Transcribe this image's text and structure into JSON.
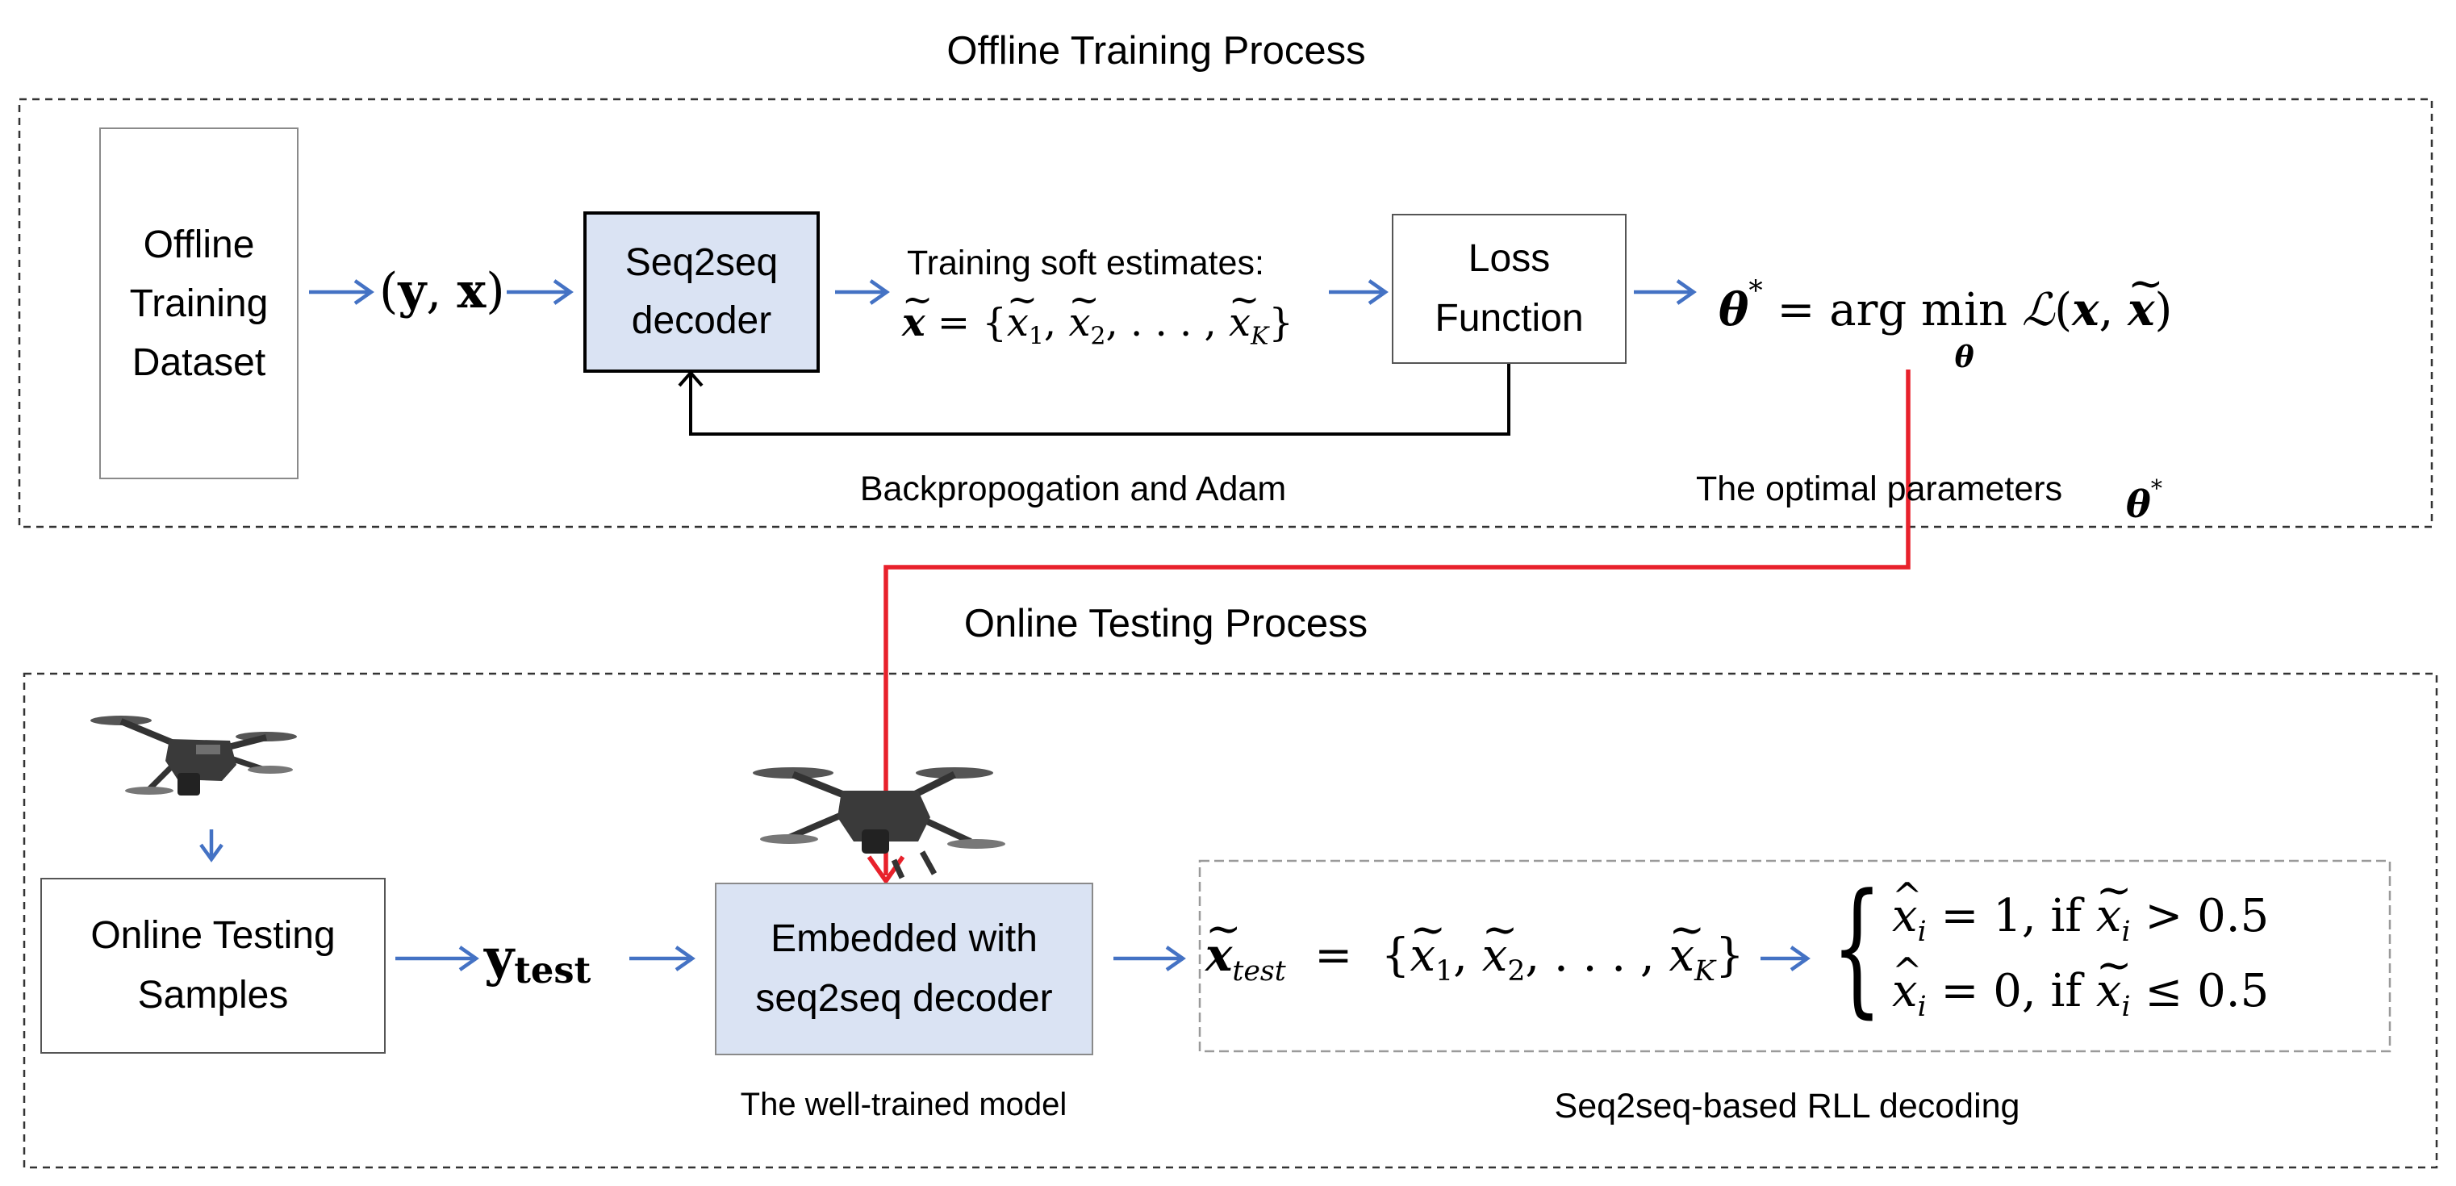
{
  "offline": {
    "title": "Offline Training Process",
    "dataset_lines": [
      "Offline",
      "Training",
      "Dataset"
    ],
    "pair": "(y, x)",
    "decoder_lines": [
      "Seq2seq",
      "decoder"
    ],
    "soft_estimates_label": "Training soft estimates:",
    "soft_estimates_formula": "x̃ = {x̃1, x̃2, . . . , x̃K}",
    "loss_lines": [
      "Loss",
      "Function"
    ],
    "optimum_formula": "θ* = arg min_θ ℒ(x, x̃)",
    "backprop_label": "Backpropogation and Adam",
    "optimal_label": "The optimal parameters",
    "optimal_symbol": "θ*"
  },
  "online": {
    "title": "Online Testing Process",
    "samples_lines": [
      "Online Testing",
      "Samples"
    ],
    "ytest": "ytest",
    "embedded_lines": [
      "Embedded with",
      "seq2seq decoder"
    ],
    "well_trained_label": "The well-trained model",
    "test_formula": "x̃test = {x̃1, x̃2, . . . , x̃K}",
    "case1": "x̂i = 1, if x̃i > 0.5",
    "case2": "x̂i = 0, if x̃i ≤ 0.5",
    "rll_label": "Seq2seq-based RLL decoding"
  },
  "colors": {
    "arrow_blue": "#4472c4",
    "feedback_red": "#e8212b",
    "decoder_fill": "#dae3f3",
    "dash_border": "#333333"
  },
  "icons": [
    "drone-icon",
    "drone-icon"
  ]
}
